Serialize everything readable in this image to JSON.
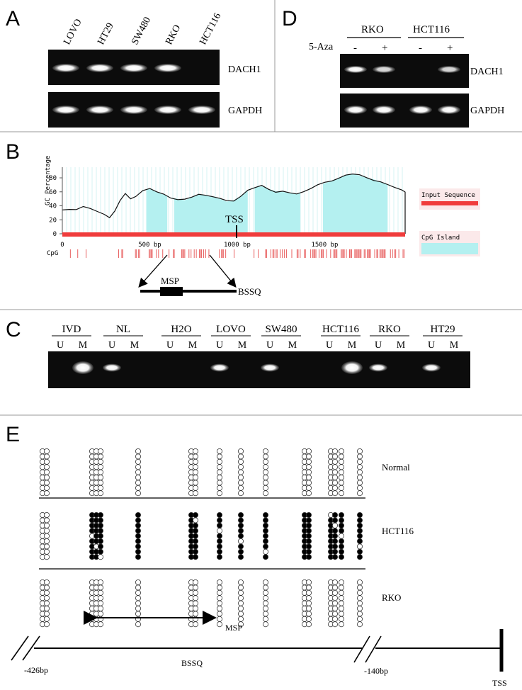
{
  "panels": {
    "A": "A",
    "B": "B",
    "C": "C",
    "D": "D",
    "E": "E"
  },
  "panelA": {
    "lanes": [
      "LOVO",
      "HT29",
      "SW480",
      "RKO",
      "HCT116"
    ],
    "dach1_label": "DACH1",
    "gapdh_label": "GAPDH",
    "dach1_intensity": [
      1,
      1,
      1,
      1,
      0
    ],
    "gapdh_intensity": [
      1,
      1,
      1,
      1,
      1
    ]
  },
  "panelD": {
    "groups": [
      "RKO",
      "HCT116"
    ],
    "treatment_label": "5-Aza",
    "lane_signs": [
      "-",
      "+",
      "-",
      "+"
    ],
    "dach1_label": "DACH1",
    "gapdh_label": "GAPDH",
    "dach1_intensity": [
      1,
      0.85,
      0,
      0.85
    ],
    "gapdh_intensity": [
      1,
      1,
      1,
      1
    ]
  },
  "panelB": {
    "y_axis_label": "GC Percentage",
    "y_ticks": [
      "0",
      "20",
      "40",
      "60",
      "80"
    ],
    "x_ticks": [
      "0",
      "500 bp",
      "1000 bp",
      "1500 bp"
    ],
    "cpg_label": "CpG",
    "tss_label": "TSS",
    "legend_input": "Input Sequence",
    "legend_island": "CpG Island",
    "msp_label": "MSP",
    "bssq_label": "BSSQ",
    "colors": {
      "input": "#f03c3c",
      "island": "#b4f0f0"
    }
  },
  "panelC": {
    "groups": [
      "IVD",
      "NL",
      "H2O",
      "LOVO",
      "SW480",
      "HCT116",
      "RKO",
      "HT29"
    ],
    "um": [
      "U",
      "M"
    ],
    "bands": [
      {
        "U": 0,
        "M": 1
      },
      {
        "U": 1,
        "M": 0
      },
      {
        "U": 0,
        "M": 0
      },
      {
        "U": 1,
        "M": 0
      },
      {
        "U": 1,
        "M": 0
      },
      {
        "U": 0,
        "M": 1
      },
      {
        "U": 1,
        "M": 0
      },
      {
        "U": 1,
        "M": 0
      }
    ]
  },
  "panelE": {
    "rows": [
      "Normal",
      "HCT116",
      "RKO"
    ],
    "msp_label": "MSP",
    "bssq_label": "BSSQ",
    "left_pos": "-426bp",
    "mid_pos": "-140bp",
    "tss_label": "TSS",
    "hct116_methylation_fraction": 0.85
  }
}
